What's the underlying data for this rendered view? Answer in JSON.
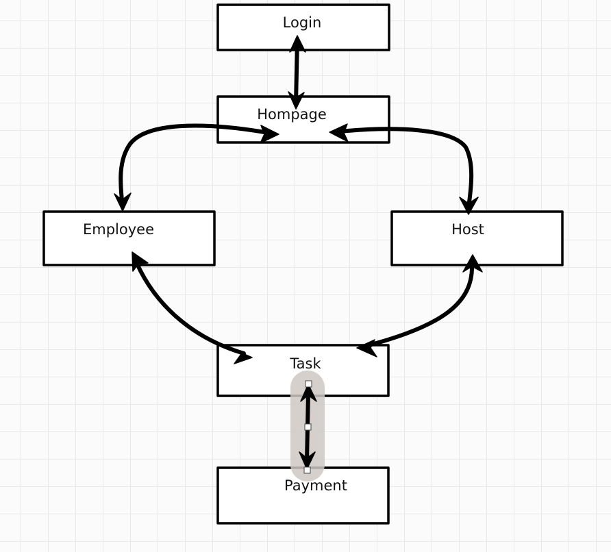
{
  "diagram": {
    "nodes": [
      {
        "id": "login",
        "label": "Login"
      },
      {
        "id": "hompage",
        "label": "Hompage"
      },
      {
        "id": "employee",
        "label": "Employee"
      },
      {
        "id": "host",
        "label": "Host"
      },
      {
        "id": "task",
        "label": "Task"
      },
      {
        "id": "payment",
        "label": "Payment"
      }
    ],
    "edges": [
      {
        "from": "login",
        "to": "hompage",
        "direction": "bidirectional"
      },
      {
        "from": "hompage",
        "to": "employee",
        "direction": "bidirectional"
      },
      {
        "from": "hompage",
        "to": "host",
        "direction": "bidirectional"
      },
      {
        "from": "employee",
        "to": "task",
        "direction": "bidirectional"
      },
      {
        "from": "host",
        "to": "task",
        "direction": "bidirectional"
      },
      {
        "from": "task",
        "to": "payment",
        "direction": "bidirectional",
        "selected": true
      }
    ]
  }
}
